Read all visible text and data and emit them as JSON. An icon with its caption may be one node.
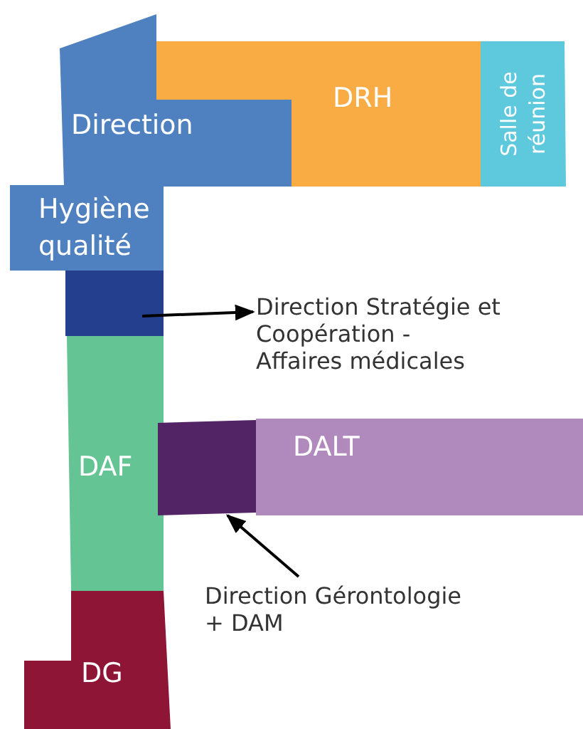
{
  "diagram": {
    "nodes": [
      {
        "text": [
          "Direction"
        ]
      },
      {
        "text": [
          "DRH"
        ]
      },
      {
        "text": [
          "Salle de réunion"
        ]
      },
      {
        "text": [
          "Hygiène qualité"
        ]
      },
      {
        "text": [],
        "shape": "box"
      },
      {
        "text": [
          "Direction Stratégie et Coopération - Affaires médicales"
        ]
      },
      {
        "text": [
          "DAF"
        ]
      },
      {
        "text": [],
        "shape": "box"
      },
      {
        "text": [
          "DALT"
        ]
      },
      {
        "text": [
          "Direction Gérontologie + DAM"
        ]
      },
      {
        "text": [
          "DG"
        ]
      }
    ],
    "edges": [
      {
        "from": 4,
        "to": 5,
        "arrow": "to"
      },
      {
        "from": 9,
        "to": 7,
        "arrow": "to"
      }
    ]
  }
}
